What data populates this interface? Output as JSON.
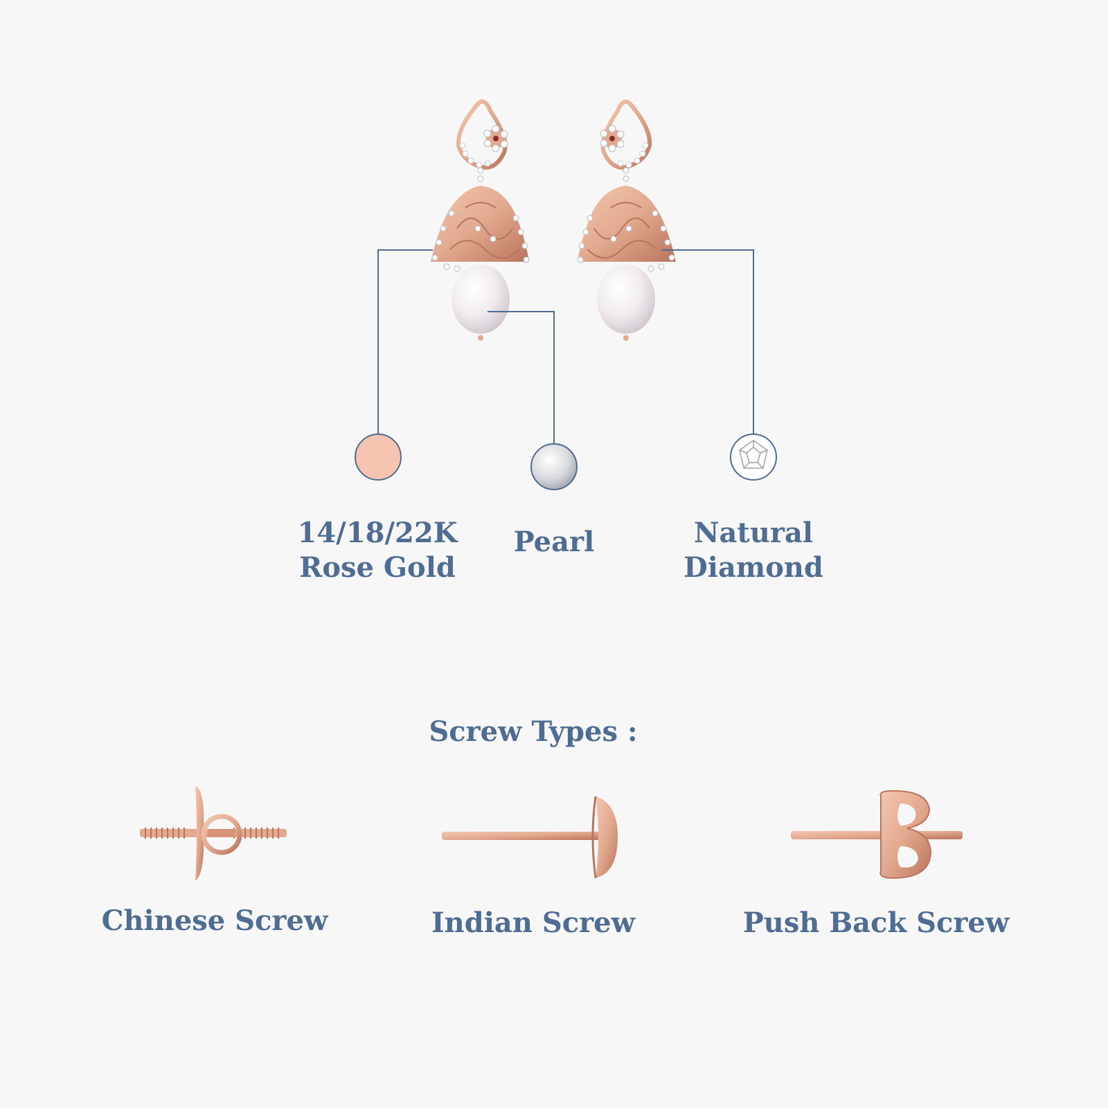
{
  "materials": [
    {
      "line1": "14/18/22K",
      "line2": "Rose Gold",
      "swatch_color": "#f6c4b1"
    },
    {
      "line1": "Pearl",
      "swatch_color": "#e8e8ec"
    },
    {
      "line1": "Natural",
      "line2": "Diamond",
      "swatch_color": "#ffffff"
    }
  ],
  "screw_section": {
    "title": "Screw Types :",
    "types": [
      {
        "label": "Chinese Screw",
        "icon": "chinese-screw-icon"
      },
      {
        "label": "Indian Screw",
        "icon": "indian-screw-icon"
      },
      {
        "label": "Push Back Screw",
        "icon": "push-back-screw-icon"
      }
    ]
  },
  "colors": {
    "background": "#f7f7f7",
    "text": "#4f6d92",
    "leader_line": "#4f6d92",
    "rose_gold": "#e2a98f",
    "rose_gold_dark": "#b9745c"
  }
}
